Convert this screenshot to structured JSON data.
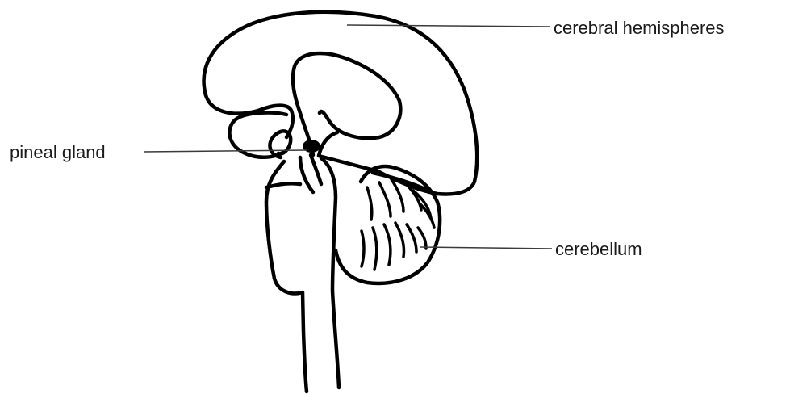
{
  "labels": {
    "cerebral_hemispheres": "cerebral hemispheres",
    "pineal_gland": "pineal gland",
    "cerebellum": "cerebellum"
  },
  "colors": {
    "outline": "#000000",
    "leader_line": "#3a3a3a",
    "background": "#ffffff"
  }
}
